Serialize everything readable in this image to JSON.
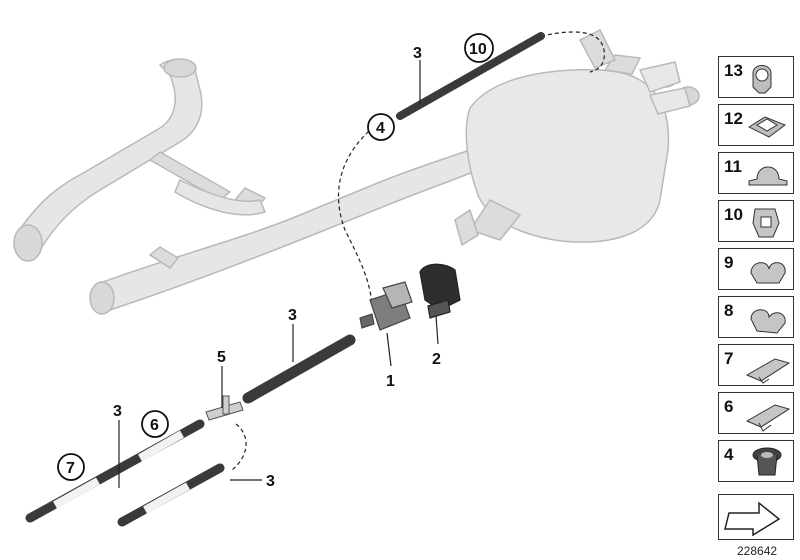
{
  "callouts": {
    "part_1": "1",
    "part_2": "2",
    "part_3_top": "3",
    "part_3_mid": "3",
    "part_3_left": "3",
    "part_3_bottom": "3",
    "part_4": "4",
    "part_5": "5",
    "part_6": "6",
    "part_7": "7",
    "part_10": "10"
  },
  "sidebar": {
    "items": [
      {
        "number": "13",
        "icon": "clip-13-icon"
      },
      {
        "number": "12",
        "icon": "clip-12-icon"
      },
      {
        "number": "11",
        "icon": "clip-11-icon"
      },
      {
        "number": "10",
        "icon": "clip-10-icon"
      },
      {
        "number": "9",
        "icon": "clip-9-icon"
      },
      {
        "number": "8",
        "icon": "clip-8-icon"
      },
      {
        "number": "7",
        "icon": "clip-7-icon"
      },
      {
        "number": "6",
        "icon": "clip-6-icon"
      },
      {
        "number": "4",
        "icon": "grommet-4-icon"
      }
    ],
    "arrow_icon": "direction-arrow-icon"
  },
  "drawing_number": "228642",
  "colors": {
    "exhaust_fill": "#e6e6e6",
    "exhaust_stroke": "#b9b9b9",
    "hose": "#3a3a3a",
    "hose_band": "#f2f2f2",
    "line": "#222222"
  }
}
